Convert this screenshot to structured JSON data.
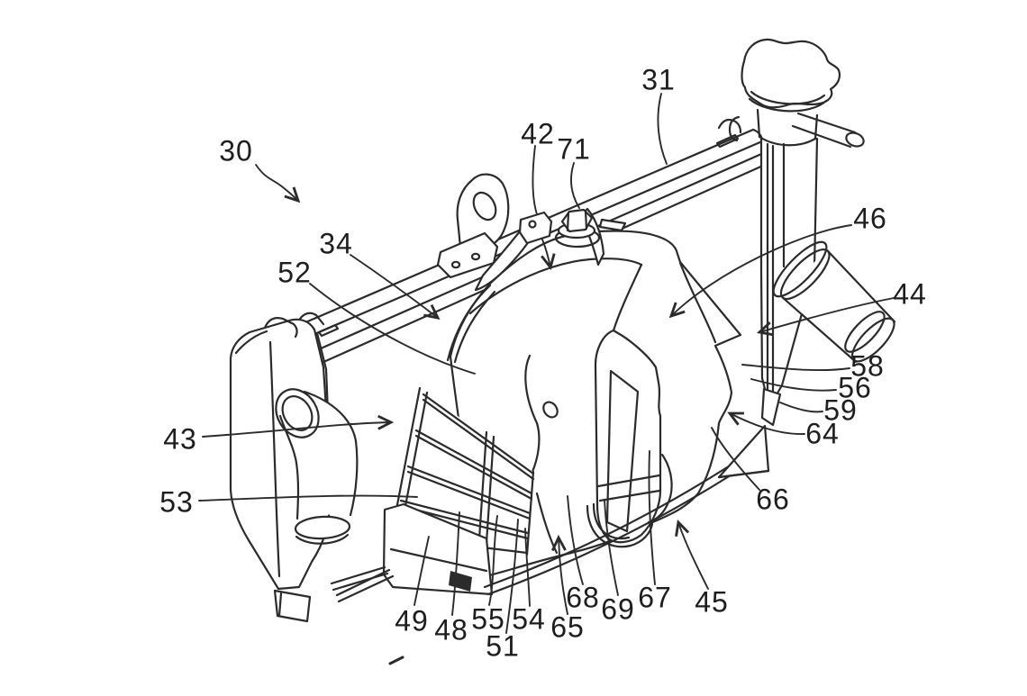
{
  "figure": {
    "kind": "patent-style technical line drawing",
    "subject": "radiator assembly with fan shroud, tanks, hoses and brackets",
    "background_color": "#ffffff",
    "line_color": "#2b2b2b"
  },
  "labels": [
    {
      "id": "30",
      "text": "30"
    },
    {
      "id": "31",
      "text": "31"
    },
    {
      "id": "42",
      "text": "42"
    },
    {
      "id": "71",
      "text": "71"
    },
    {
      "id": "34",
      "text": "34"
    },
    {
      "id": "52",
      "text": "52"
    },
    {
      "id": "43",
      "text": "43"
    },
    {
      "id": "53",
      "text": "53"
    },
    {
      "id": "46",
      "text": "46"
    },
    {
      "id": "44",
      "text": "44"
    },
    {
      "id": "58",
      "text": "58"
    },
    {
      "id": "56",
      "text": "56"
    },
    {
      "id": "59",
      "text": "59"
    },
    {
      "id": "64",
      "text": "64"
    },
    {
      "id": "66",
      "text": "66"
    },
    {
      "id": "49",
      "text": "49"
    },
    {
      "id": "48",
      "text": "48"
    },
    {
      "id": "55",
      "text": "55"
    },
    {
      "id": "51",
      "text": "51"
    },
    {
      "id": "54",
      "text": "54"
    },
    {
      "id": "65",
      "text": "65"
    },
    {
      "id": "68",
      "text": "68"
    },
    {
      "id": "69",
      "text": "69"
    },
    {
      "id": "67",
      "text": "67"
    },
    {
      "id": "45",
      "text": "45"
    }
  ]
}
